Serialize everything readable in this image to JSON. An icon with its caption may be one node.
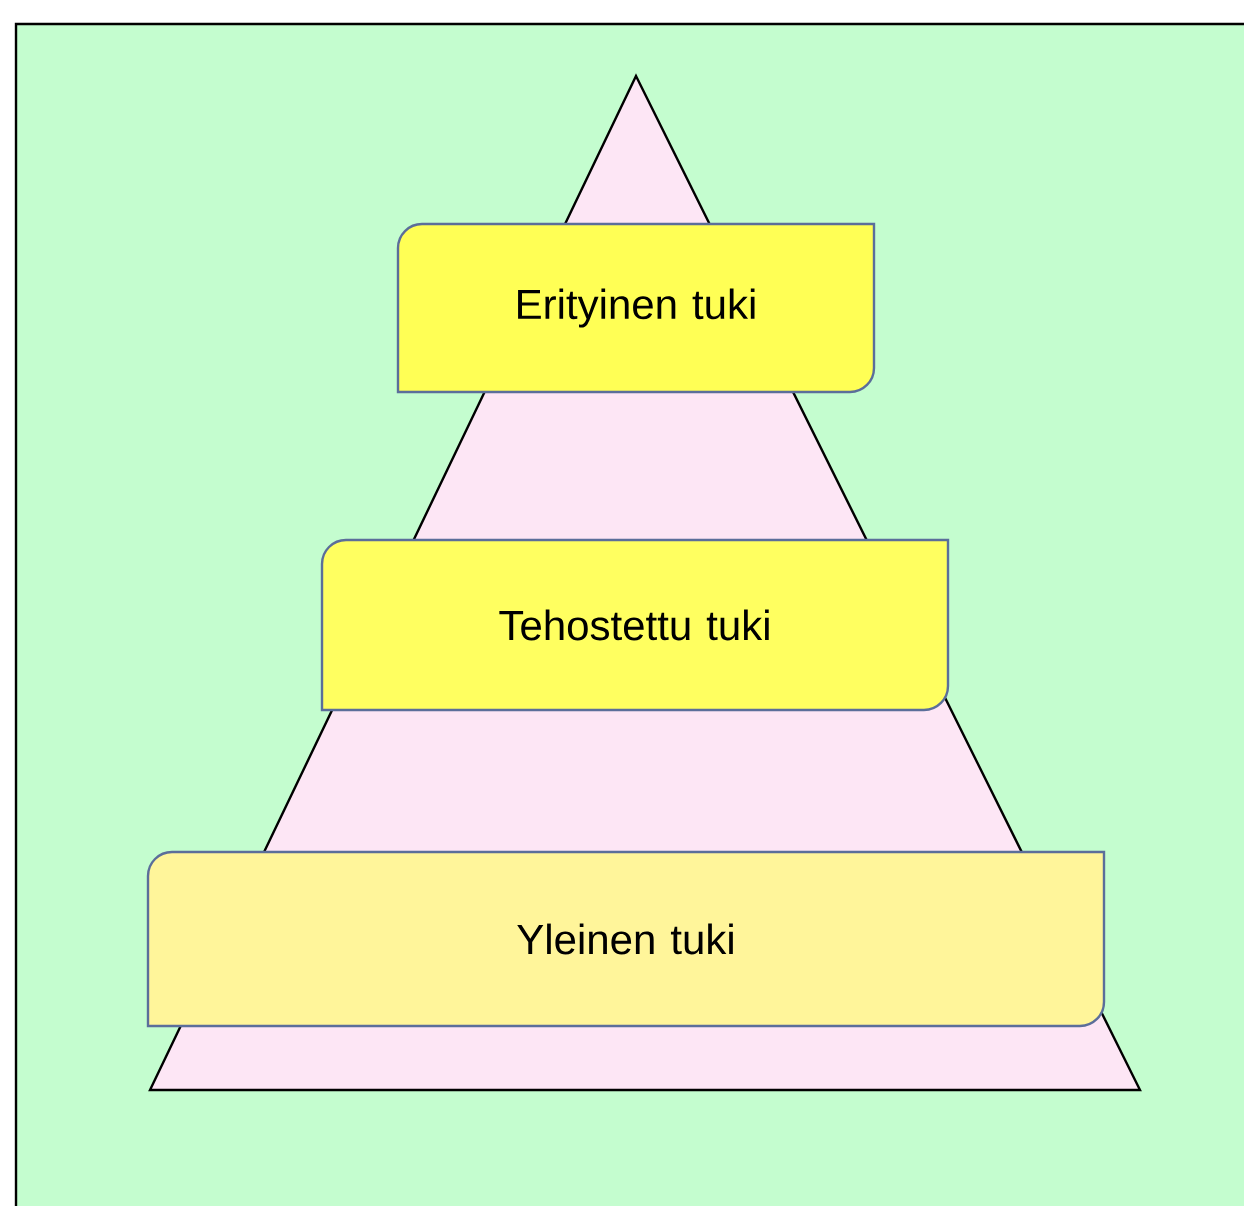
{
  "diagram": {
    "nodes": [
      {
        "text": [
          "Erityinen tuki"
        ]
      },
      {
        "text": [
          "Tehostettu tuki"
        ]
      },
      {
        "text": [
          "Yleinen tuki"
        ]
      }
    ]
  }
}
